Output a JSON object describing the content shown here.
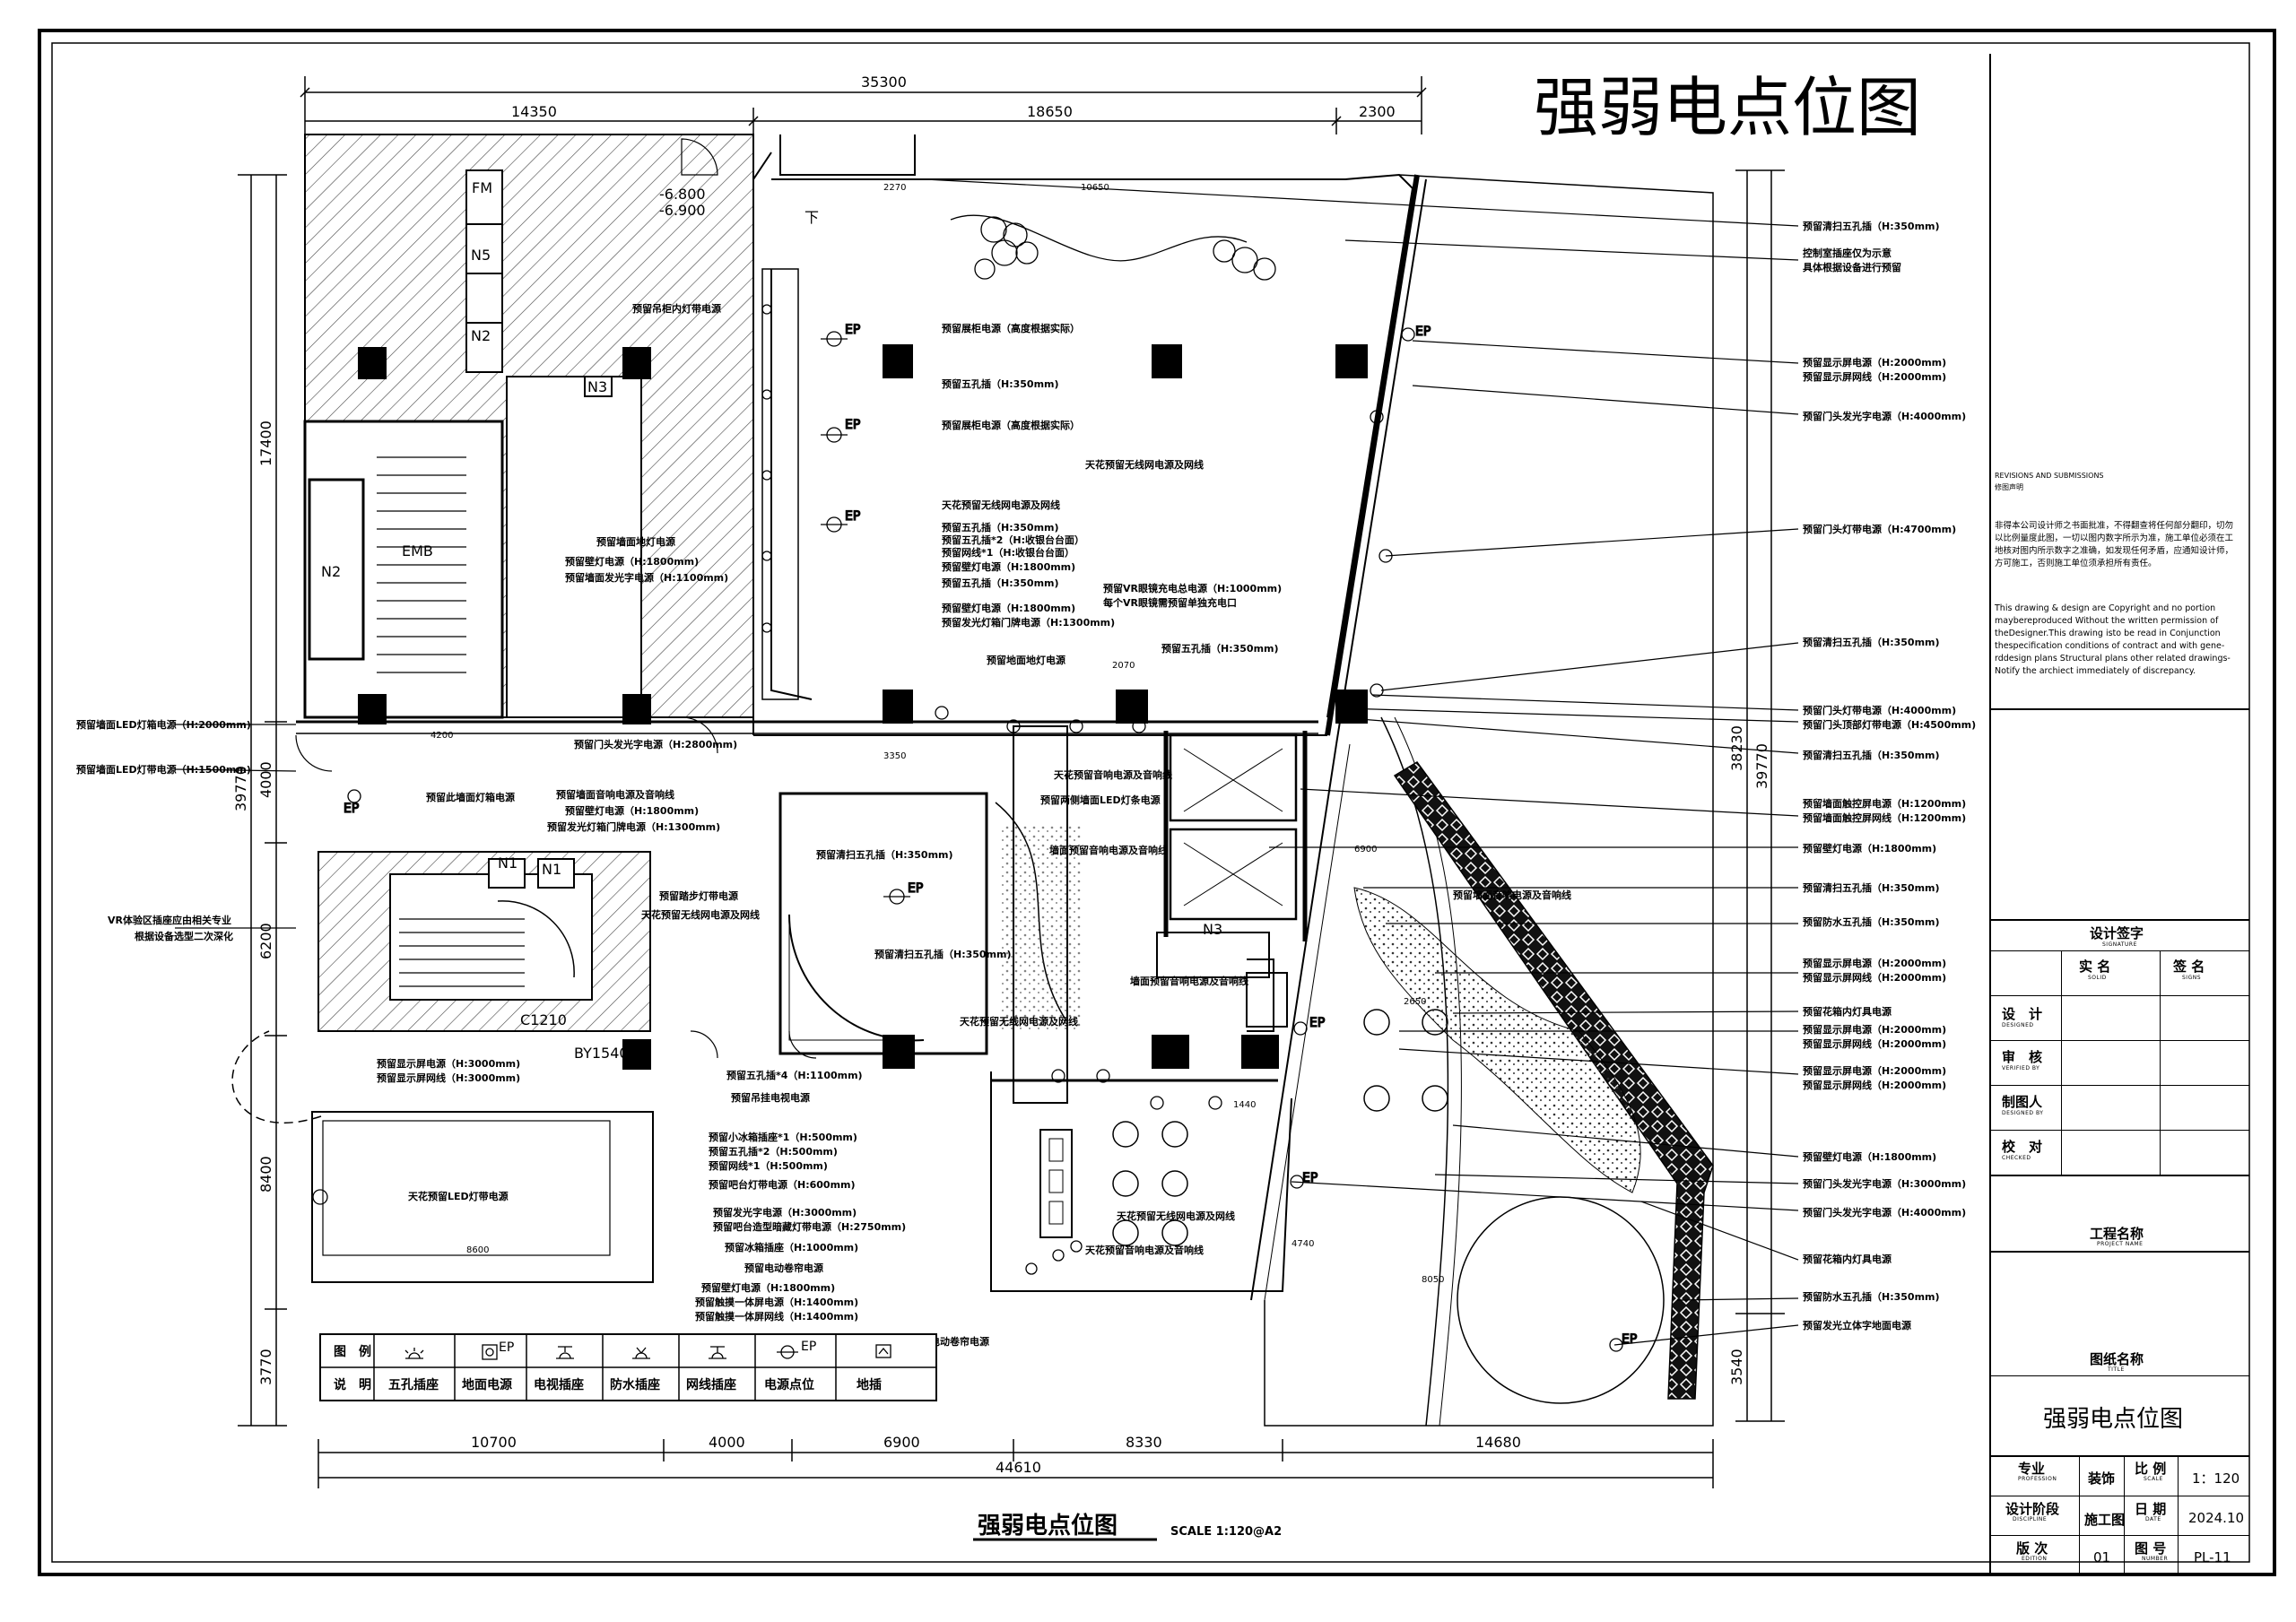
{
  "title": "强弱电点位图",
  "caption": {
    "title": "强弱电点位图",
    "scale": "SCALE 1:120@A2"
  },
  "dimensions": {
    "top": [
      "14350",
      "18650",
      "2300"
    ],
    "top_total": "35300",
    "bottom": [
      "10700",
      "4000",
      "6900",
      "8330",
      "14680"
    ],
    "bottom_total": "44610",
    "left": [
      "17400",
      "4000",
      "6200",
      "8400",
      "3770"
    ],
    "left_total": "39770",
    "right": [
      "38230",
      "3540"
    ],
    "right_total": "39770",
    "misc": [
      "10650",
      "2270",
      "2070",
      "4200",
      "3350",
      "1440",
      "8050",
      "6900",
      "8600",
      "4740",
      "2650"
    ]
  },
  "room_labels": [
    "N1",
    "N2",
    "N3",
    "N5",
    "FM",
    "EMB",
    "C1210",
    "BY1540",
    "下",
    "N1",
    "N2",
    "N3",
    "-6.800",
    "-6.900"
  ],
  "annotations_left": [
    "预留墙面LED灯箱电源（H:2000mm)",
    "预留墙面LED灯带电源（H:1500mm)",
    "VR体验区插座应由相关专业",
    "根据设备选型二次深化"
  ],
  "annotations_center": [
    "预留吊柜内灯带电源",
    "预留展柜电源（高度根据实际）",
    "预留五孔插（H:350mm)",
    "预留展柜电源（高度根据实际）",
    "天花预留无线网电源及网线",
    "天花预留无线网电源及网线",
    "预留五孔插（H:350mm)",
    "预留五孔插*2（H:收银台台面）",
    "预留网线*1（H:收银台台面）",
    "预留壁灯电源（H:1800mm)",
    "预留五孔插（H:350mm)",
    "预留壁灯电源（H:1800mm)",
    "预留发光灯箱门牌电源（H:1300mm)",
    "预留地面地灯电源",
    "预留VR眼镜充电总电源（H:1000mm)",
    "每个VR眼镜需预留单独充电口",
    "预留五孔插（H:350mm)",
    "预留墙面地灯电源",
    "预留壁灯电源（H:1800mm)",
    "预留墙面发光字电源（H:1100mm)",
    "预留门头发光字电源（H:2800mm)",
    "预留此墙面灯箱电源",
    "预留墙面音响电源及音响线",
    "预留壁灯电源（H:1800mm)",
    "预留发光灯箱门牌电源（H:1300mm)",
    "天花预留音响电源及音响线",
    "预留两侧墙面LED灯条电源",
    "墙面预留音响电源及音响线",
    "预留清扫五孔插（H:350mm)",
    "预留踏步灯带电源",
    "天花预留无线网电源及网线",
    "预留清扫五孔插（H:350mm)",
    "墙面预留音响电源及音响线",
    "天花预留无线网电源及网线",
    "预留五孔插*4（H:1100mm)",
    "预留吊挂电视电源",
    "预留小冰箱插座*1（H:500mm)",
    "预留五孔插*2（H:500mm)",
    "预留网线*1（H:500mm)",
    "预留吧台灯带电源（H:600mm)",
    "预留发光字电源（H:3000mm)",
    "预留吧台造型暗藏灯带电源（H:2750mm)",
    "预留冰箱插座（H:1000mm)",
    "预留电动卷帘电源",
    "预留壁灯电源（H:1800mm)",
    "预留触摸一体屏电源（H:1400mm)",
    "预留触摸一体屏网线（H:1400mm)",
    "预留电动卷帘电源",
    "天花预留无线网电源及网线",
    "天花预留音响电源及音响线",
    "预留墙面音响电源及音响线",
    "预留显示屏电源（H:3000mm)",
    "预留显示屏网线（H:3000mm)",
    "天花预留LED灯带电源"
  ],
  "annotations_right": [
    "预留清扫五孔插（H:350mm)",
    "控制室插座仅为示意",
    "具体根据设备进行预留",
    "预留显示屏电源（H:2000mm)",
    "预留显示屏网线（H:2000mm)",
    "预留门头发光字电源（H:4000mm)",
    "预留门头灯带电源（H:4700mm)",
    "预留清扫五孔插（H:350mm)",
    "预留门头灯带电源（H:4000mm)",
    "预留门头顶部灯带电源（H:4500mm)",
    "预留清扫五孔插（H:350mm)",
    "预留墙面触控屏电源（H:1200mm)",
    "预留墙面触控屏网线（H:1200mm)",
    "预留壁灯电源（H:1800mm)",
    "预留清扫五孔插（H:350mm)",
    "预留防水五孔插（H:350mm)",
    "预留显示屏电源（H:2000mm)",
    "预留显示屏网线（H:2000mm)",
    "预留花箱内灯具电源",
    "预留显示屏电源（H:2000mm)",
    "预留显示屏网线（H:2000mm)",
    "预留显示屏电源（H:2000mm)",
    "预留显示屏网线（H:2000mm)",
    "预留壁灯电源（H:1800mm)",
    "预留门头发光字电源（H:3000mm)",
    "预留门头发光字电源（H:4000mm)",
    "预留花箱内灯具电源",
    "预留防水五孔插（H:350mm)",
    "预留发光立体字地面电源"
  ],
  "legend": {
    "row1_label": "图　例",
    "row2_label": "说　明",
    "items": [
      "五孔插座",
      "地面电源",
      "电视插座",
      "防水插座",
      "网线插座",
      "电源点位",
      "地插"
    ],
    "symbols": [
      "EP"
    ]
  },
  "titleblock": {
    "revisions_title": "REVISIONS AND SUBMISSIONS",
    "revisions_cn": "修图声明",
    "notice_cn": "非得本公司设计师之书面批准，不得翻查将任何部分翻印，切勿以比例量度此图，一切以图内数字所示为准，施工单位必须在工地核对图内所示数字之准确，如发现任何矛盾，应通知设计师，方可施工，否则施工单位须承担所有责任。",
    "notice_en": "This drawing & design are Copyright and no portion maybereproduced Without the written permission of theDesigner.This drawing isto be read in Conjunction thespecification conditions of contract and with gene-rddesign plans Structural plans other related drawings-Notify the archiect immediately of discrepancy.",
    "signature": "设计签字",
    "signature_en": "SIGNATURE",
    "name": "实 名",
    "name_en": "SOLID",
    "sign": "签 名",
    "sign_en": "SIGNS",
    "roles": [
      {
        "cn": "设　计",
        "en": "DESIGNED"
      },
      {
        "cn": "审　核",
        "en": "VERIFIED BY"
      },
      {
        "cn": "制图人",
        "en": "DESIGNED BY"
      },
      {
        "cn": "校　对",
        "en": "CHECKED"
      }
    ],
    "project_name": "工程名称",
    "project_name_en": "PROJECT NAME",
    "drawing_name": "图纸名称",
    "drawing_name_en": "TITLE",
    "drawing_title": "强弱电点位图",
    "specialty": "专业",
    "specialty_en": "PROFESSION",
    "specialty_val": "装饰",
    "scale": "比 例",
    "scale_en": "SCALE",
    "scale_val": "1：120",
    "phase": "设计阶段",
    "phase_en": "DISCIPLINE",
    "phase_val": "施工图",
    "date": "日 期",
    "date_en": "DATE",
    "date_val": "2024.10",
    "edition": "版 次",
    "edition_en": "EDITION",
    "edition_val": "01",
    "number": "图 号",
    "number_en": "NUMBER",
    "number_val": "PL-11"
  }
}
